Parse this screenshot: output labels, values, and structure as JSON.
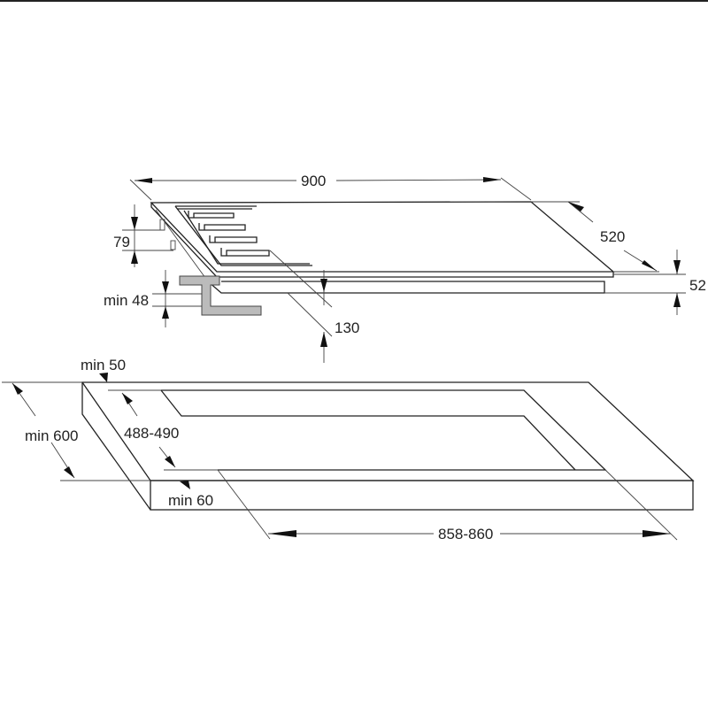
{
  "hob": {
    "width_label": "900",
    "depth_label": "520",
    "height_label": "52",
    "cutout_offset_label": "130",
    "bracket_height_label": "79",
    "bracket_min_label": "min 48"
  },
  "worktop": {
    "rear_min_label": "min 50",
    "depth_min_label": "min 600",
    "cutout_depth_label": "488-490",
    "front_min_label": "min 60",
    "cutout_width_label": "858-860"
  }
}
